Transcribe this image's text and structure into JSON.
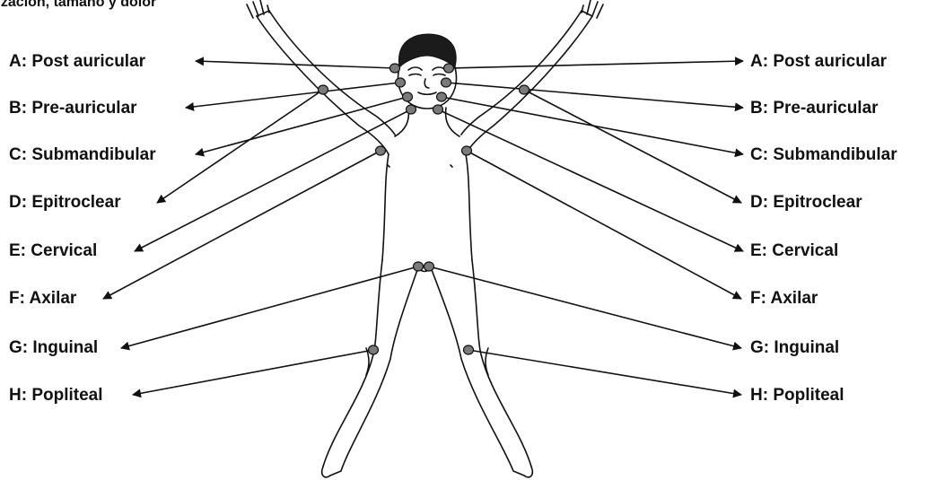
{
  "title": "lización, tamaño y dolor",
  "colors": {
    "line": "#111111",
    "node_fill": "#7a7a7a",
    "hair": "#1b1b1b"
  },
  "labels": {
    "A": "A: Post auricular",
    "B": "B: Pre-auricular",
    "C": "C: Submandibular",
    "D": "D: Epitroclear",
    "E": "E: Cervical",
    "F": "F: Axilar",
    "G": "G: Inguinal",
    "H": "H: Popliteal"
  },
  "figure": {
    "icon": "human-body-outline-icon",
    "node_icon": "lymph-node-icon"
  }
}
